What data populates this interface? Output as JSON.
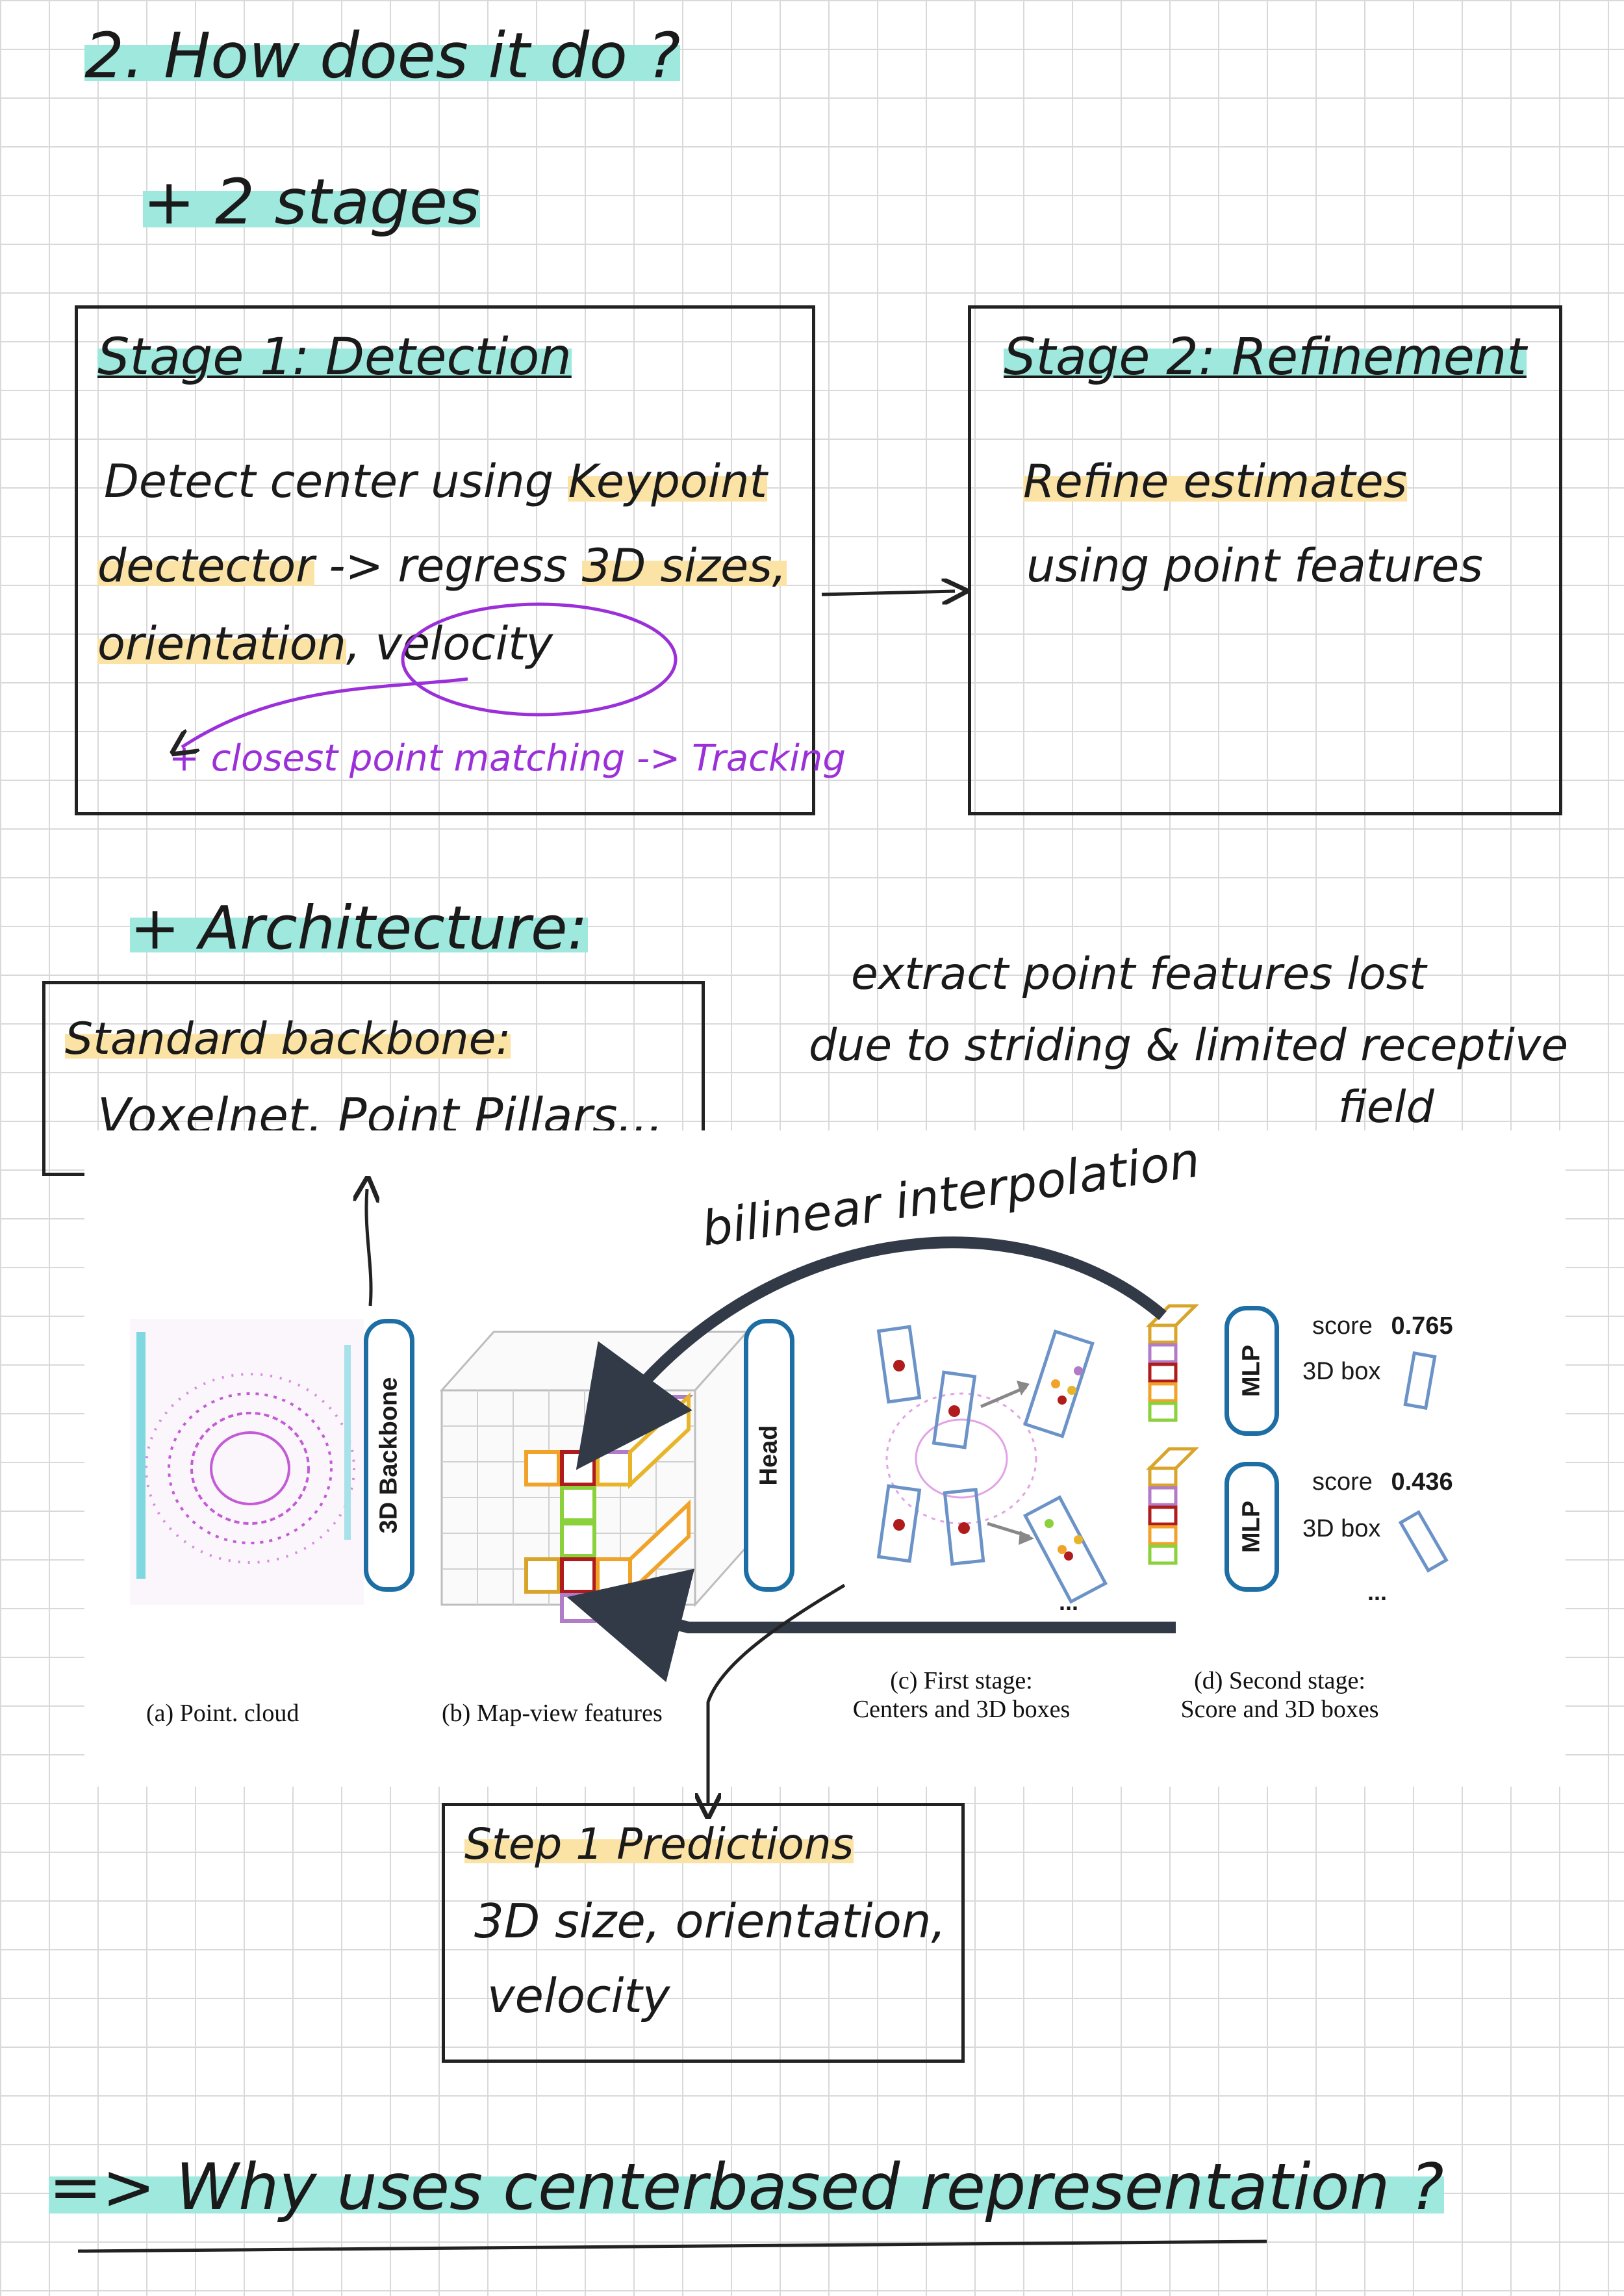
{
  "heading": "2. How does it do ?",
  "bullet_stages": "+ 2 stages",
  "stage1": {
    "title": "Stage 1: Detection",
    "line1_a": "Detect center using ",
    "line1_b": "Keypoint",
    "line2_a": "dectector",
    "line2_b": " -> regress ",
    "line2_c": "3D sizes,",
    "line3_a": "orientation",
    "line3_b": ", ",
    "line3_c": "velocity",
    "note": "+ closest point matching -> Tracking"
  },
  "stage2": {
    "title": "Stage 2: Refinement",
    "line1": "Refine estimates",
    "line2": "using point features"
  },
  "bullet_arch": "+ Architecture:",
  "backbone": {
    "title": "Standard backbone:",
    "examples": "Voxelnet, Point Pillars..."
  },
  "extract_note": {
    "line1": "extract point features lost",
    "line2": "due to striding & limited receptive",
    "line3": "field"
  },
  "bilinear": "bilinear interpolation",
  "figure": {
    "backbone_label": "3D Backbone",
    "head_label": "Head",
    "mlp_label": "MLP",
    "score_label": "score",
    "score1": "0.765",
    "score2": "0.436",
    "box_label": "3D box",
    "ellipsis": "...",
    "cap_a": "(a) Point. cloud",
    "cap_b": "(b) Map-view features",
    "cap_c1": "(c) First stage:",
    "cap_c2": "Centers and 3D boxes",
    "cap_d1": "(d) Second stage:",
    "cap_d2": "Score and 3D boxes"
  },
  "step1": {
    "title": "Step 1 Predictions",
    "line1": "3D size, orientation,",
    "line2": "velocity"
  },
  "bottom_question": "=> Why uses centerbased representation ?",
  "colors": {
    "teal_highlight": "#9ee8de",
    "yellow_highlight": "#fbe3a6",
    "purple_ink": "#9b30d9",
    "pill_blue": "#1c6ea4"
  }
}
